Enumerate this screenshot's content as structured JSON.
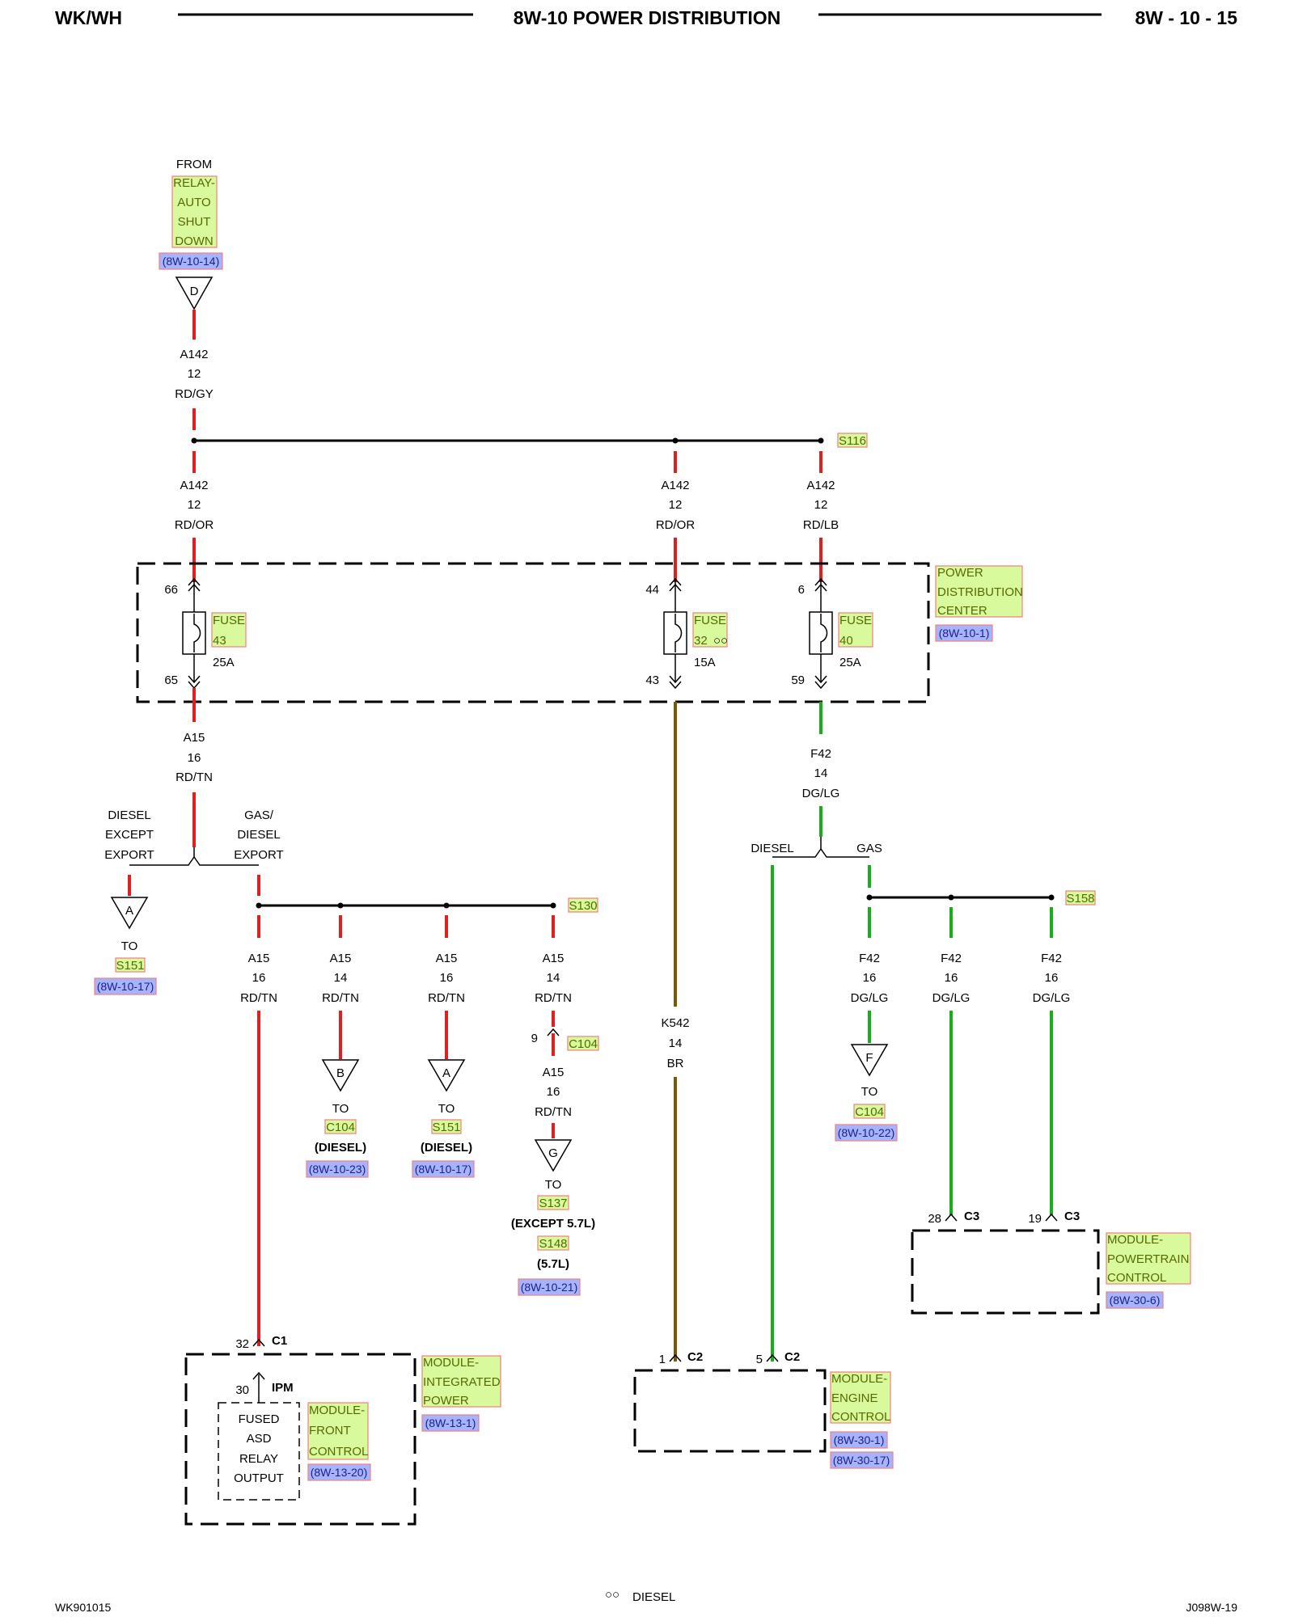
{
  "header": {
    "model": "WK/WH",
    "title": "8W-10 POWER DISTRIBUTION",
    "page": "8W - 10 - 15"
  },
  "footer": {
    "left_code": "WK901015",
    "legend_symbol": "○○",
    "legend_text": "DIESEL",
    "right_code": "J098W-19"
  },
  "source": {
    "from": "FROM",
    "relay": [
      "RELAY-",
      "AUTO",
      "SHUT",
      "DOWN"
    ],
    "ref": "(8W-10-14)",
    "connector": "D"
  },
  "wires": {
    "a142_in": [
      "A142",
      "12",
      "RD/GY"
    ],
    "a142_left": [
      "A142",
      "12",
      "RD/OR"
    ],
    "a142_mid": [
      "A142",
      "12",
      "RD/OR"
    ],
    "a142_right": [
      "A142",
      "12",
      "RD/LB"
    ],
    "a15_main": [
      "A15",
      "16",
      "RD/TN"
    ],
    "f42_main": [
      "F42",
      "14",
      "DG/LG"
    ],
    "a15_b1": [
      "A15",
      "16",
      "RD/TN"
    ],
    "a15_b2": [
      "A15",
      "14",
      "RD/TN"
    ],
    "a15_b3": [
      "A15",
      "16",
      "RD/TN"
    ],
    "a15_b4": [
      "A15",
      "14",
      "RD/TN"
    ],
    "a15_b4_after": [
      "A15",
      "16",
      "RD/TN"
    ],
    "k542": [
      "K542",
      "14",
      "BR"
    ],
    "f42_b1": [
      "F42",
      "16",
      "DG/LG"
    ],
    "f42_b2": [
      "F42",
      "16",
      "DG/LG"
    ],
    "f42_b3": [
      "F42",
      "16",
      "DG/LG"
    ]
  },
  "splices": {
    "s116": "S116",
    "s130": "S130",
    "s158": "S158"
  },
  "pdc": {
    "title": [
      "POWER",
      "DISTRIBUTION",
      "CENTER"
    ],
    "ref": "(8W-10-1)",
    "fuses": [
      {
        "label": "FUSE",
        "num": "43",
        "rating": "25A",
        "pin_in": "66",
        "pin_out": "65"
      },
      {
        "label": "FUSE",
        "num": "32",
        "rating": "15A",
        "pin_in": "44",
        "pin_out": "43",
        "symbol": "○○"
      },
      {
        "label": "FUSE",
        "num": "40",
        "rating": "25A",
        "pin_in": "6",
        "pin_out": "59"
      }
    ]
  },
  "options": {
    "diesel_export": [
      "DIESEL",
      "EXCEPT",
      "EXPORT"
    ],
    "gas_diesel_export": [
      "GAS/",
      "DIESEL",
      "EXPORT"
    ],
    "diesel": "DIESEL",
    "gas": "GAS"
  },
  "offpage": {
    "a_s151": {
      "conn": "A",
      "to": "TO",
      "dest": "S151",
      "ref": "(8W-10-17)"
    },
    "b_c104": {
      "conn": "B",
      "to": "TO",
      "dest": "C104",
      "note": "(DIESEL)",
      "ref": "(8W-10-23)"
    },
    "a_s151_diesel": {
      "conn": "A",
      "to": "TO",
      "dest": "S151",
      "note": "(DIESEL)",
      "ref": "(8W-10-17)"
    },
    "g_s137": {
      "conn": "G",
      "to": "TO",
      "dest": "S137",
      "note": "(EXCEPT 5.7L)",
      "dest2": "S148",
      "note2": "(5.7L)",
      "ref": "(8W-10-21)"
    },
    "f_c104": {
      "conn": "F",
      "to": "TO",
      "dest": "C104",
      "ref": "(8W-10-22)"
    }
  },
  "inline_connector": {
    "pin": "9",
    "name": "C104"
  },
  "ipm": {
    "pin": "32",
    "conn": "C1",
    "inner_pin": "30",
    "inner_conn": "IPM",
    "title": [
      "MODULE-",
      "INTEGRATED",
      "POWER"
    ],
    "ref": "(8W-13-1)",
    "output": [
      "FUSED",
      "ASD",
      "RELAY",
      "OUTPUT"
    ],
    "sub_title": [
      "MODULE-",
      "FRONT",
      "CONTROL"
    ],
    "sub_ref": "(8W-13-20)"
  },
  "ecm": {
    "pin1": "1",
    "conn1": "C2",
    "pin2": "5",
    "conn2": "C2",
    "title": [
      "MODULE-",
      "ENGINE",
      "CONTROL"
    ],
    "ref1": "(8W-30-1)",
    "ref2": "(8W-30-17)"
  },
  "pcm": {
    "pin1": "28",
    "conn1": "C3",
    "pin2": "19",
    "conn2": "C3",
    "title": [
      "MODULE-",
      "POWERTRAIN",
      "CONTROL"
    ],
    "ref": "(8W-30-6)"
  }
}
